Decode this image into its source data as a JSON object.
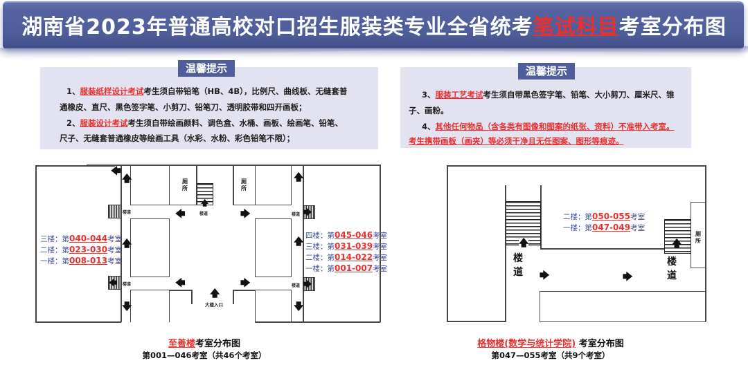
{
  "banner": {
    "title_prefix": "湖南省2023年普通高校对口招生服装类专业全省统考",
    "title_highlight": "笔试科目",
    "title_suffix": "考室分布图",
    "colors": {
      "background": "#4f5d9c",
      "highlight": "#e8312f",
      "text": "#ffffff"
    }
  },
  "notices": [
    {
      "tag": "温馨提示",
      "lines": [
        {
          "prefix": "1、",
          "highlight": "服装纸样设计考试",
          "text": "考生须自带铅笔（HB、4B），比例尺、曲线板、无缝套普"
        },
        {
          "prefix": "",
          "highlight": "",
          "text": "通橡皮、直尺、黑色签字笔、小剪刀、铅笔刀、透明胶带和四开画板；"
        },
        {
          "prefix": "2、",
          "highlight": "服装设计考试",
          "text": "考生须自带绘画颜料、调色盒、水桶、画板、绘画笔、铅笔、"
        },
        {
          "prefix": "",
          "highlight": "",
          "text": "尺子、无缝套普通橡皮等绘画工具（水彩、水粉、彩色铅笔不限）；"
        }
      ]
    },
    {
      "tag": "温馨提示",
      "lines": [
        {
          "prefix": "3、",
          "highlight": "服装工艺考试",
          "text": "考生须自带黑色签字笔、铅笔、大小剪刀、厘米尺、锥"
        },
        {
          "prefix": "",
          "highlight": "",
          "text": "子、画粉。"
        },
        {
          "prefix": "4、",
          "highlight": "其他任何物品（含各类有图像和图案的纸张、资料）不准带入考室。",
          "text": ""
        },
        {
          "prefix": "",
          "highlight": "考生携带画板（画夹）等必须干净且无任图案、图形等痕迹。",
          "text": ""
        }
      ]
    }
  ],
  "plans": {
    "zhishan": {
      "labels": {
        "wc": "厕所",
        "stair": "楼道",
        "entrance": "大楼入口"
      },
      "left_wing": [
        {
          "floor": "三楼：第",
          "range": "040-044",
          "suffix": "考室"
        },
        {
          "floor": "二楼：第",
          "range": "023-030",
          "suffix": "考室"
        },
        {
          "floor": "一楼：第",
          "range": "008-013",
          "suffix": "考室"
        }
      ],
      "right_wing": [
        {
          "floor": "四楼：第",
          "range": "045-046",
          "suffix": "考室"
        },
        {
          "floor": "三楼：第",
          "range": "031-039",
          "suffix": "考室"
        },
        {
          "floor": "二楼：第",
          "range": "014-022",
          "suffix": "考室"
        },
        {
          "floor": "一楼：第",
          "range": "001-007",
          "suffix": "考室"
        }
      ],
      "caption": {
        "name": "至善楼",
        "title_suffix": "考室分布图",
        "subtitle": "第001—046考室（共46个考室）"
      }
    },
    "gewu": {
      "labels": {
        "wc": "厕所",
        "stair": "楼道"
      },
      "floors": [
        {
          "floor": "二楼：第",
          "range": "050-055",
          "suffix": "考室"
        },
        {
          "floor": "一楼：第",
          "range": "047-049",
          "suffix": "考室"
        }
      ],
      "caption": {
        "name": "格物楼(数学与统计学院)",
        "title_suffix": "考室分布图",
        "subtitle": "第047—055考室（共9个考室）"
      }
    }
  },
  "icons": {
    "arrow_up": "🡅",
    "arrow_down": "🡇",
    "arrow_left": "🡄",
    "arrow_right": "🡆"
  }
}
